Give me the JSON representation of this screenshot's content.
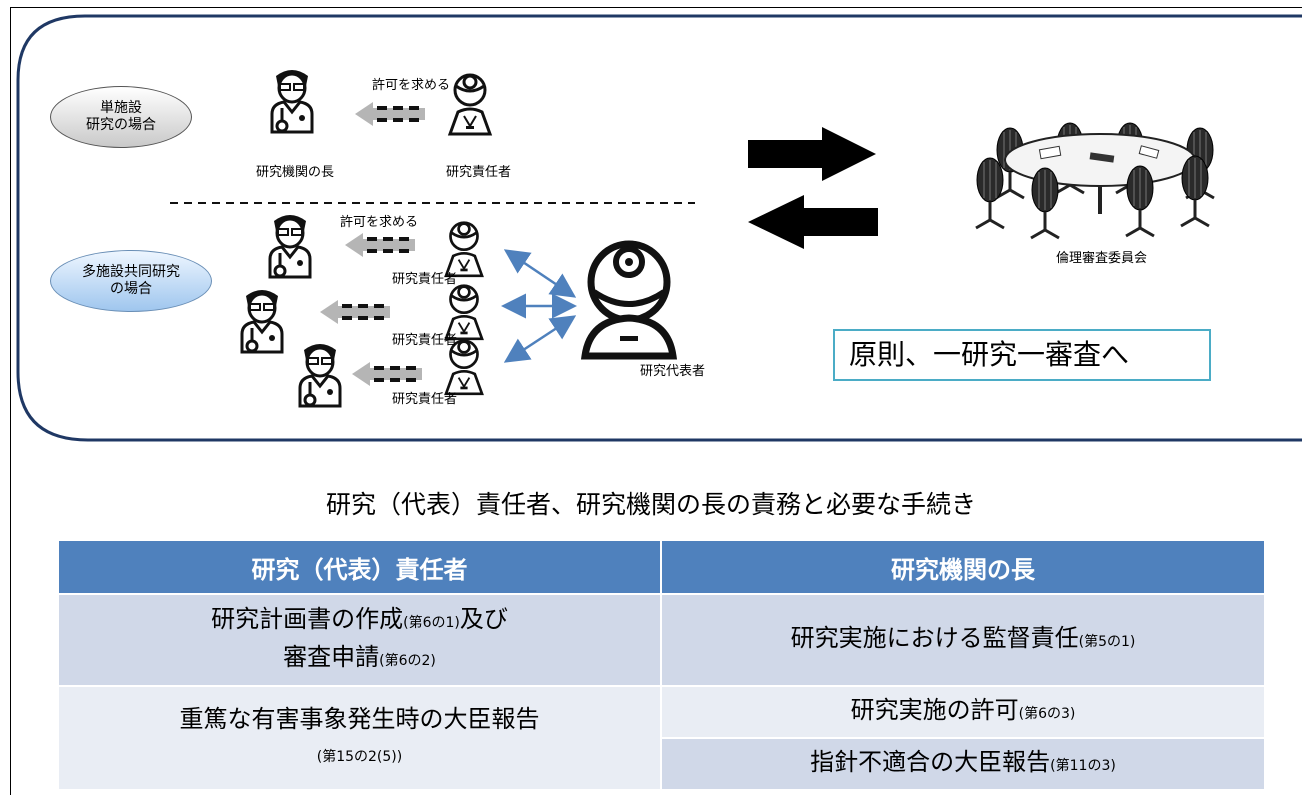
{
  "single": {
    "oval_label_1": "単施設",
    "oval_label_2": "研究の場合",
    "request_label": "許可を求める",
    "head_label": "研究機関の長",
    "investigator_label": "研究責任者"
  },
  "multi": {
    "oval_label_1": "多施設共同研究",
    "oval_label_2": "の場合",
    "request_label": "許可を求める",
    "investigator_labels": [
      "研究責任者",
      "研究責任者",
      "研究責任者"
    ],
    "representative_label": "研究代表者"
  },
  "committee_label": "倫理審査委員会",
  "principle": "原則、一研究一審査へ",
  "subtitle": "研究（代表）責任者、研究機関の長の責務と必要な手続き",
  "table": {
    "headers": [
      "研究（代表）責任者",
      "研究機関の長"
    ],
    "left": {
      "row1_line1": "研究計画書の作成",
      "row1_ref1": "(第6の1)",
      "row1_line1_end": "及び",
      "row1_line2": "審査申請",
      "row1_ref2": "(第6の2)",
      "row2_main": "重篤な有害事象発生時の大臣報告",
      "row2_ref": "(第15の2(5))"
    },
    "right": {
      "row1_main": "研究実施における監督責任",
      "row1_ref": "(第5の1)",
      "row2_main": "研究実施の許可",
      "row2_ref": "(第6の3)",
      "row3_main": "指針不適合の大臣報告",
      "row3_ref": "(第11の3)"
    }
  }
}
